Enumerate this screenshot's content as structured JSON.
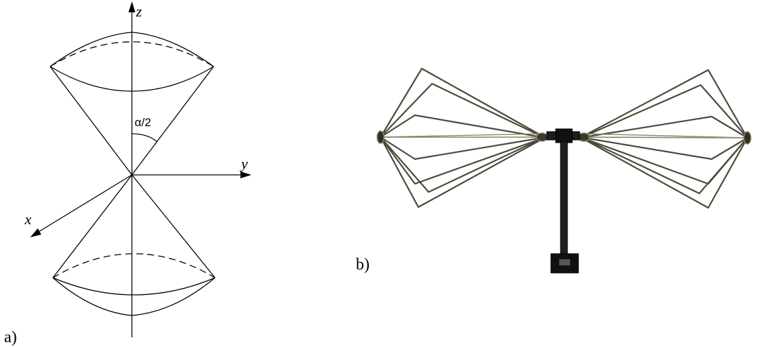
{
  "panel_a": {
    "label": "a)",
    "axis_z": "z",
    "axis_y": "y",
    "axis_x": "x",
    "angle_label": "α/2"
  },
  "panel_b": {
    "label": "b)"
  },
  "colors": {
    "line": "#000000",
    "antenna_wire": "#4a4a3a",
    "antenna_wire_light": "#8a8466",
    "mast": "#1e1e1e",
    "base": "#111111"
  }
}
